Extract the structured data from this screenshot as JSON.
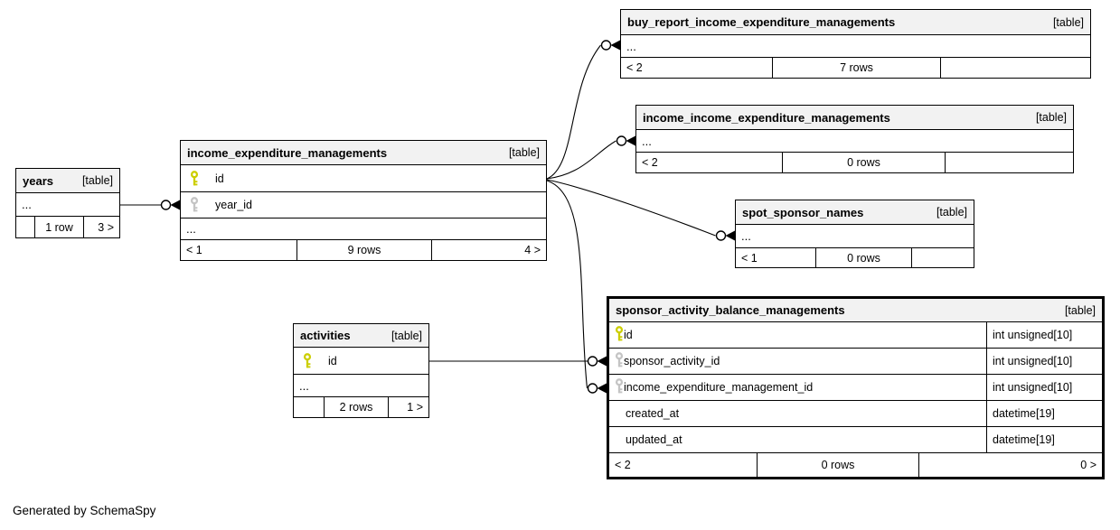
{
  "footer_note": "Generated by SchemaSpy",
  "colors": {
    "header_bg": "#f2f2f2",
    "primary_key": "#ccce00",
    "foreign_key": "#c4c4c4",
    "border": "#000000",
    "background": "#ffffff"
  },
  "tables": {
    "years": {
      "name": "years",
      "badge": "[table]",
      "dots": "...",
      "footer": {
        "left": "",
        "center": "1 row",
        "right": "3 >"
      }
    },
    "income_expenditure_managements": {
      "name": "income_expenditure_managements",
      "badge": "[table]",
      "columns": [
        {
          "name": "id",
          "key": "primary"
        },
        {
          "name": "year_id",
          "key": "foreign"
        }
      ],
      "dots": "...",
      "footer": {
        "left": "< 1",
        "center": "9 rows",
        "right": "4 >"
      }
    },
    "buy_report_income_expenditure_managements": {
      "name": "buy_report_income_expenditure_managements",
      "badge": "[table]",
      "dots": "...",
      "footer": {
        "left": "< 2",
        "center": "7 rows",
        "right": ""
      }
    },
    "income_income_expenditure_managements": {
      "name": "income_income_expenditure_managements",
      "badge": "[table]",
      "dots": "...",
      "footer": {
        "left": "< 2",
        "center": "0 rows",
        "right": ""
      }
    },
    "spot_sponsor_names": {
      "name": "spot_sponsor_names",
      "badge": "[table]",
      "dots": "...",
      "footer": {
        "left": "< 1",
        "center": "0 rows",
        "right": ""
      }
    },
    "activities": {
      "name": "activities",
      "badge": "[table]",
      "columns": [
        {
          "name": "id",
          "key": "primary"
        }
      ],
      "dots": "...",
      "footer": {
        "left": "",
        "center": "2 rows",
        "right": "1 >"
      }
    },
    "sponsor_activity_balance_managements": {
      "name": "sponsor_activity_balance_managements",
      "badge": "[table]",
      "columns": [
        {
          "name": "id",
          "type": "int unsigned[10]",
          "key": "primary"
        },
        {
          "name": "sponsor_activity_id",
          "type": "int unsigned[10]",
          "key": "foreign"
        },
        {
          "name": "income_expenditure_management_id",
          "type": "int unsigned[10]",
          "key": "foreign"
        },
        {
          "name": "created_at",
          "type": "datetime[19]",
          "key": "none"
        },
        {
          "name": "updated_at",
          "type": "datetime[19]",
          "key": "none"
        }
      ],
      "footer": {
        "left": "< 2",
        "center": "0 rows",
        "right": "0 >"
      }
    }
  }
}
